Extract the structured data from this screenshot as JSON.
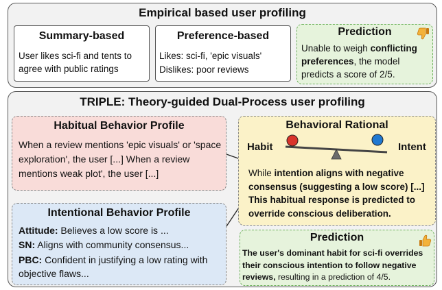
{
  "top": {
    "title": "Empirical based user profiling",
    "summary": {
      "title": "Summary-based",
      "text": "User likes sci-fi and tents to agree with public ratings"
    },
    "preference": {
      "title": "Preference-based",
      "likes": "Likes: sci-fi, 'epic visuals'",
      "dislikes": "Dislikes: poor reviews"
    },
    "prediction": {
      "title": "Prediction",
      "t1": "Unable to weigh ",
      "b1": "conflicting preferences",
      "t2": ", the model predicts a score of 2/5.",
      "icon": "thumbs-down-icon"
    }
  },
  "bottom": {
    "title": "TRIPLE: Theory-guided Dual-Process user profiling",
    "habitual": {
      "title": "Habitual Behavior Profile",
      "text": "When a review mentions 'epic visuals' or 'space exploration', the user [...] When a review mentions weak plot', the user [...]"
    },
    "intentional": {
      "title": "Intentional Behavior Profile",
      "rows": [
        {
          "label": "Attitude:",
          "text": " Believes a low score is ..."
        },
        {
          "label": "SN:",
          "text": " Aligns with community consensus..."
        },
        {
          "label": "PBC:",
          "text": " Confident in justifying a low rating with objective flaws..."
        }
      ]
    },
    "rational": {
      "title": "Behavioral Rational",
      "habit": "Habit",
      "intent": "Intent",
      "t1": "While ",
      "b1": "intention aligns with negative consensus (suggesting a low score) [...] This habitual response is predicted to override conscious deliberation."
    },
    "prediction": {
      "title": "Prediction",
      "b1": "The user's dominant habit for sci-fi overrides their conscious intention to follow negative reviews,",
      "t1": " resulting in a prediction of 4/5.",
      "icon": "thumbs-up-icon"
    }
  },
  "colors": {
    "habitual_bg": "#f9dcd9",
    "intentional_bg": "#dce8f6",
    "rational_bg": "#fbf2c8",
    "prediction_bg": "#e6f3dc",
    "prediction_border": "#6bb05a",
    "red_ball": "#d9342b",
    "blue_ball": "#1f78d1",
    "thumb": "#f3b23a"
  }
}
